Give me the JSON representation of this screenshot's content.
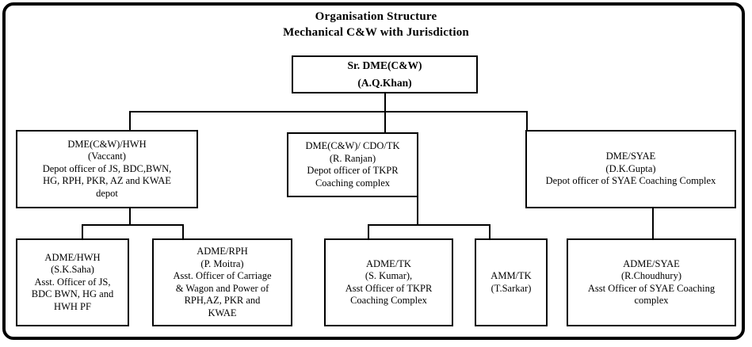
{
  "title": {
    "line1": "Organisation Structure",
    "line2": "Mechanical C&W with Jurisdiction"
  },
  "chart_data": {
    "type": "diagram",
    "diagram_kind": "organisation-chart",
    "title": "Organisation Structure / Mechanical C&W with Jurisdiction",
    "orientation": "top-down",
    "levels": 3,
    "nodes": [
      {
        "id": "sr-dme",
        "level": 0,
        "lines": [
          "Sr. DME(C&W)",
          "(A.Q.Khan)"
        ],
        "bold": true
      },
      {
        "id": "dme-hwh",
        "level": 1,
        "lines": [
          "DME(C&W)/HWH",
          "(Vaccant)",
          "Depot officer of JS, BDC,BWN,",
          "HG, RPH, PKR, AZ and KWAE",
          "depot"
        ],
        "bold": false
      },
      {
        "id": "dme-cdo-tk",
        "level": 1,
        "lines": [
          "DME(C&W)/ CDO/TK",
          "(R. Ranjan)",
          "Depot officer of TKPR",
          "Coaching complex"
        ],
        "bold": false
      },
      {
        "id": "dme-syae",
        "level": 1,
        "lines": [
          "DME/SYAE",
          "(D.K.Gupta)",
          "Depot officer of SYAE Coaching Complex"
        ],
        "bold": false
      },
      {
        "id": "adme-hwh",
        "level": 2,
        "lines": [
          "ADME/HWH",
          "(S.K.Saha)",
          "Asst. Officer of JS,",
          "BDC BWN, HG and",
          "HWH PF"
        ],
        "bold": false
      },
      {
        "id": "adme-rph",
        "level": 2,
        "lines": [
          "ADME/RPH",
          "(P. Moitra)",
          "Asst. Officer of Carriage",
          "& Wagon and Power of",
          "RPH,AZ, PKR and",
          "KWAE"
        ],
        "bold": false
      },
      {
        "id": "adme-tk",
        "level": 2,
        "lines": [
          "ADME/TK",
          "(S. Kumar),",
          "Asst Officer of TKPR",
          "Coaching Complex"
        ],
        "bold": false
      },
      {
        "id": "amm-tk",
        "level": 2,
        "lines": [
          "AMM/TK",
          "(T.Sarkar)"
        ],
        "bold": false
      },
      {
        "id": "adme-syae",
        "level": 2,
        "lines": [
          "ADME/SYAE",
          "(R.Choudhury)",
          "Asst Officer of SYAE Coaching",
          "complex"
        ],
        "bold": false
      }
    ],
    "edges": [
      {
        "from": "sr-dme",
        "to": "dme-hwh"
      },
      {
        "from": "sr-dme",
        "to": "dme-cdo-tk"
      },
      {
        "from": "sr-dme",
        "to": "dme-syae"
      },
      {
        "from": "dme-hwh",
        "to": "adme-hwh"
      },
      {
        "from": "dme-hwh",
        "to": "adme-rph"
      },
      {
        "from": "dme-cdo-tk",
        "to": "adme-tk"
      },
      {
        "from": "dme-cdo-tk",
        "to": "amm-tk"
      },
      {
        "from": "dme-syae",
        "to": "adme-syae"
      }
    ],
    "colors": {
      "line": "#000000",
      "box_fill": "#ffffff",
      "text": "#000000"
    }
  }
}
